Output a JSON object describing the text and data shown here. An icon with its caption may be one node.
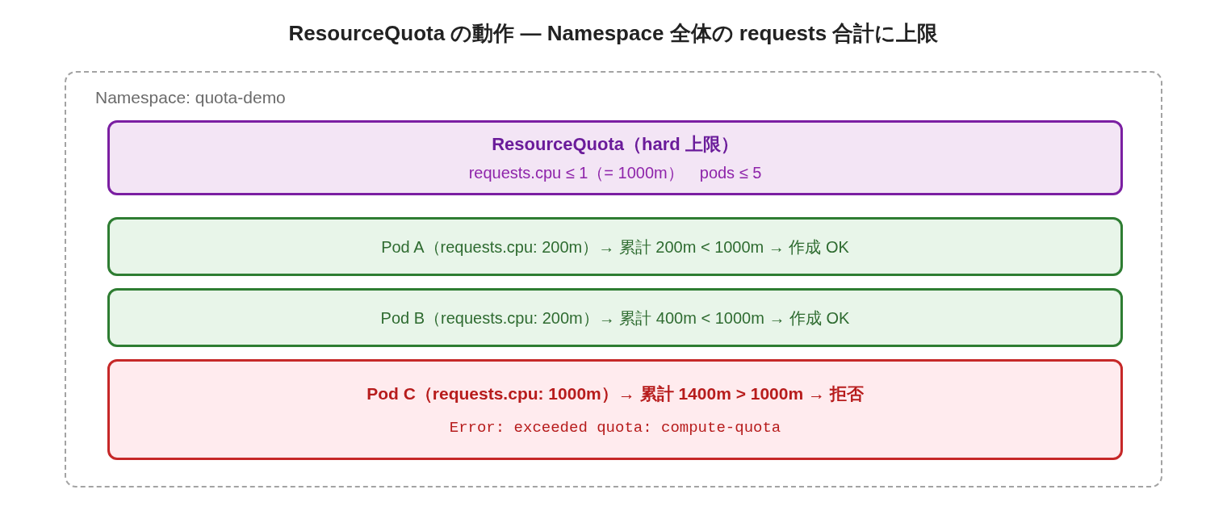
{
  "diagram": {
    "title": "ResourceQuota の動作 — Namespace 全体の requests 合計に上限",
    "nodes": [
      {
        "text": [
          "Namespace: quota-demo"
        ]
      },
      {
        "text": [
          "ResourceQuota（hard 上限）",
          "requests.cpu ≤ 1（= 1000m）　pods ≤ 5"
        ],
        "in": 0
      },
      {
        "text": [
          "Pod A（requests.cpu: 200m）→ 累計 200m < 1000m → 作成 OK"
        ],
        "in": 0
      },
      {
        "text": [
          "Pod B（requests.cpu: 200m）→ 累計 400m < 1000m → 作成 OK"
        ],
        "in": 0
      },
      {
        "text": [
          "Pod C（requests.cpu: 1000m）→ 累計 1400m > 1000m → 拒否",
          "Error: exceeded quota: compute-quota"
        ],
        "in": 0
      }
    ]
  }
}
